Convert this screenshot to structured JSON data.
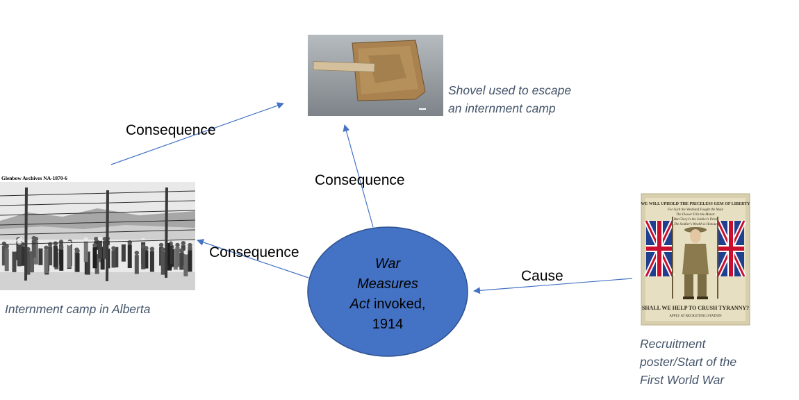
{
  "photos": {
    "shovel": {
      "caption_line1": "Shovel used to escape",
      "caption_line2": "an internment camp"
    },
    "camp": {
      "archive_label": "Glenbow Archives NA-1870-6",
      "caption": "Internment camp in Alberta"
    },
    "poster": {
      "headline_1": "WE WILL UPHOLD THE PRICELESS GEM OF LIBERTY",
      "headline_2": "For Such the Westland Fought the Main",
      "headline_3": "The Flower Fills the Manor",
      "headline_4": "But Glory Is the Soldier's Prize",
      "headline_5": "The Soldier's Wealth is Honour",
      "slogan": "SHALL WE HELP TO CRUSH TYRANNY?",
      "footer": "APPLY AT RECRUITING STATION",
      "caption_line1": "Recruitment",
      "caption_line2": "poster/Start of the",
      "caption_line3": "First World War"
    }
  },
  "center_node": {
    "line1": "War",
    "line2": "Measures",
    "line3_italic": "Act",
    "line3_rest": " invoked,",
    "line4": "1914",
    "fill": "#4472c4"
  },
  "edges": {
    "camp_to_shovel": "Consequence",
    "center_to_shovel": "Consequence",
    "center_to_camp": "Consequence",
    "poster_to_center": "Cause"
  },
  "colors": {
    "arrow": "#4472c4",
    "caption": "#44546a"
  }
}
